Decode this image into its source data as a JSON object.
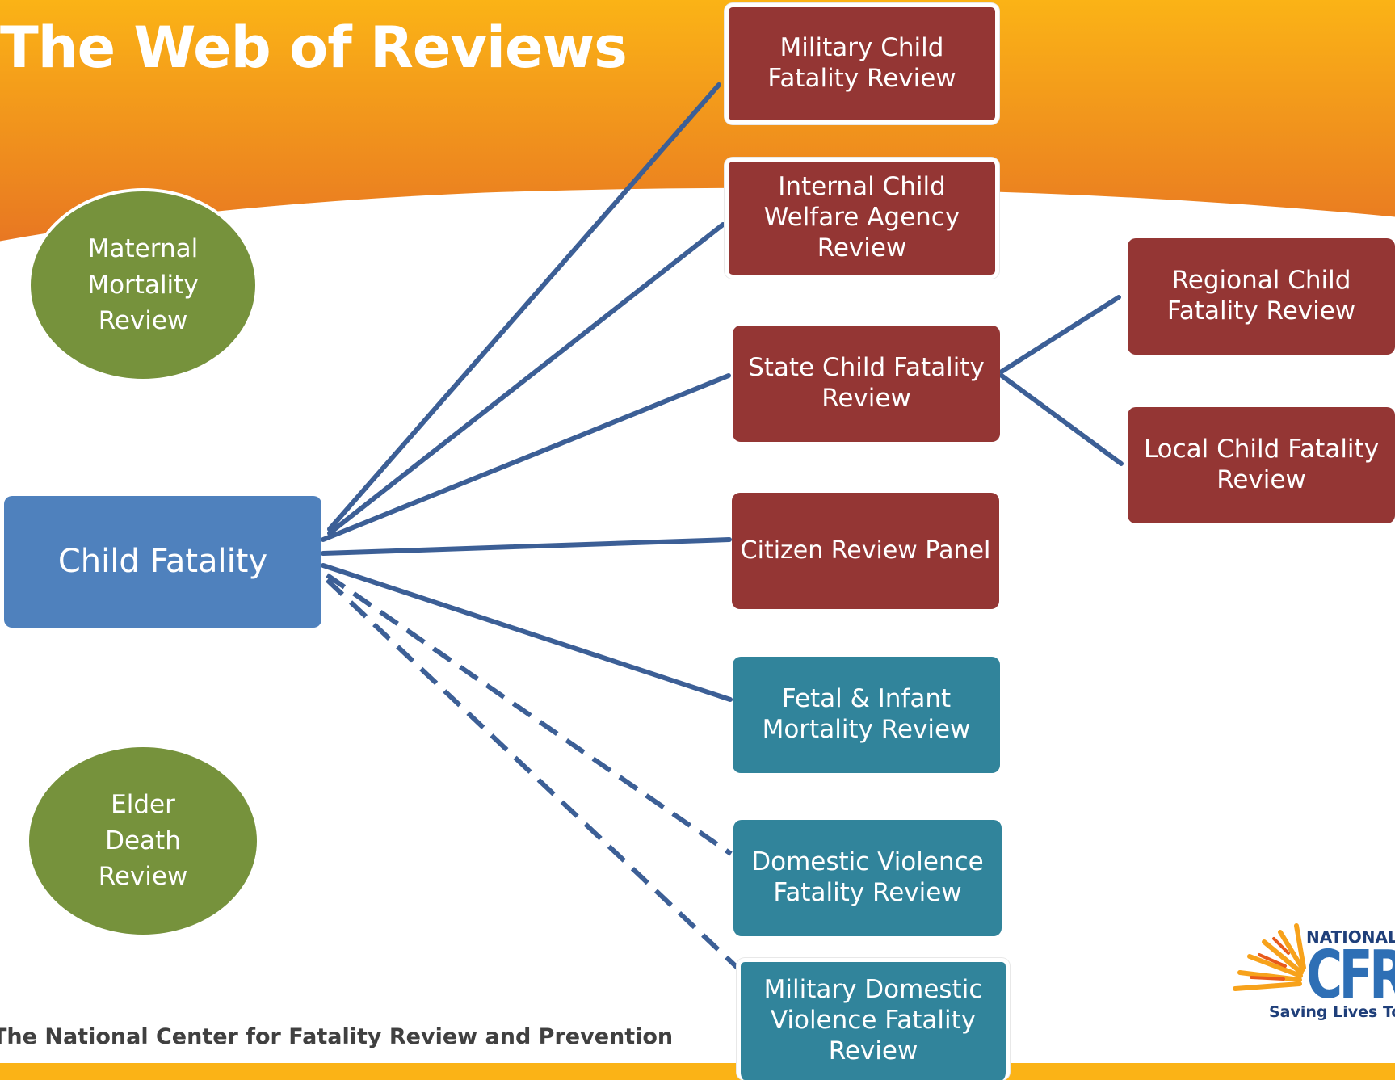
{
  "title": "The Web of Reviews",
  "center_node": "Child Fatality",
  "nodes": {
    "military_child": "Military Child\nFatality Review",
    "internal_child_welfare": "Internal Child\nWelfare Agency\nReview",
    "state_child": "State Child Fatality\nReview",
    "citizen_panel": "Citizen Review Panel",
    "fetal_infant": "Fetal & Infant\nMortality Review",
    "domestic_violence": "Domestic Violence\nFatality Review",
    "military_domestic": "Military Domestic\nViolence Fatality\nReview",
    "regional_child": "Regional Child\nFatality Review",
    "local_child": "Local Child Fatality\nReview"
  },
  "side_nodes": {
    "maternal": "Maternal\nMortality\nReview",
    "elder": "Elder\nDeath\nReview"
  },
  "footer": "The National Center for Fatality Review and Prevention",
  "logo": {
    "top_text": "NATIONAL",
    "main_text": "CFRP",
    "tagline": "Saving Lives Together"
  },
  "colors": {
    "header_orange": "#e87722",
    "header_yellow": "#fbb316",
    "red_box": "#943634",
    "teal_box": "#31849b",
    "blue_box": "#4f81bd",
    "green_ellipse": "#76923c",
    "connector": "#3c5f96"
  }
}
